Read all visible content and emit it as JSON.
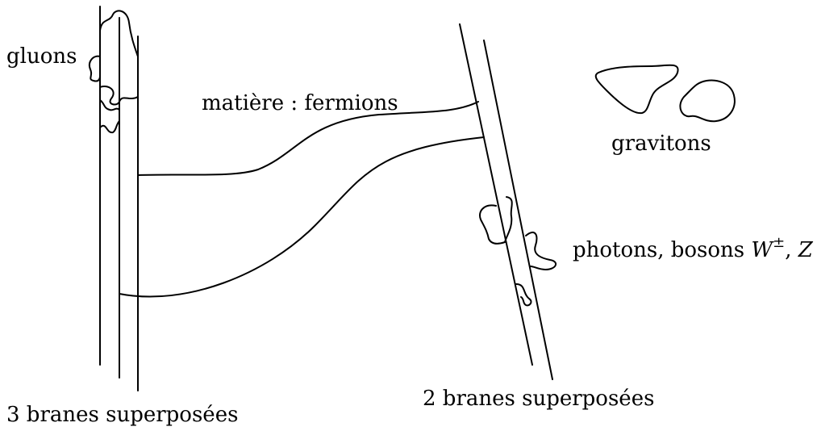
{
  "labels": {
    "gluons": "gluons",
    "matter": "matière : fermions",
    "gravitons": "gravitons",
    "photons_prefix": "photons, bosons ",
    "w_symbol": "W",
    "w_superscript": "±",
    "separator": ", ",
    "z_symbol": "Z",
    "three_branes": "3 branes superposées",
    "two_branes": "2 branes superposées"
  },
  "colors": {
    "stroke": "#000000",
    "background": "#ffffff"
  }
}
